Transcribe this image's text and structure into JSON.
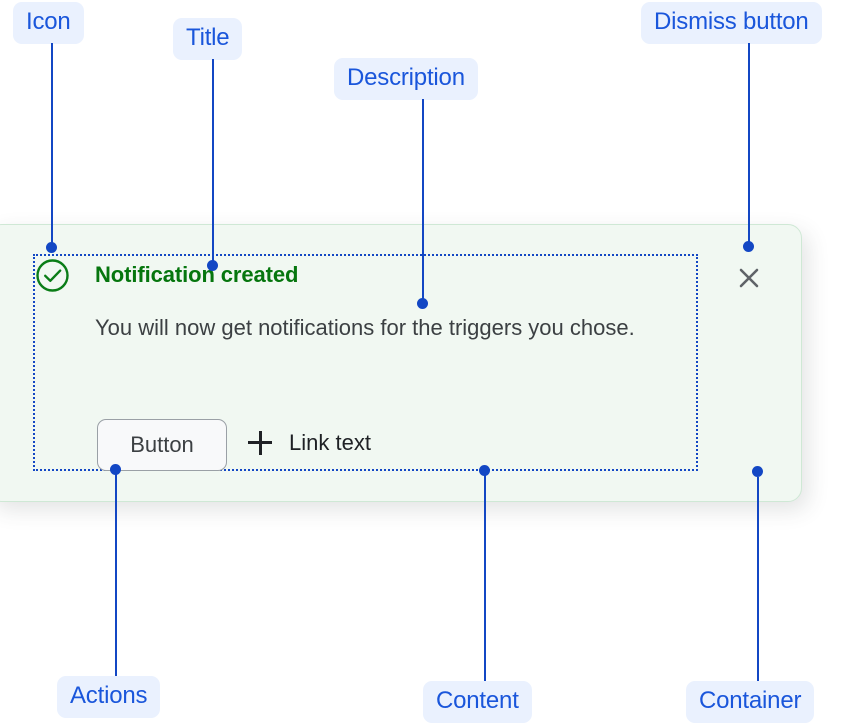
{
  "annotations": {
    "icon": {
      "label": "Icon"
    },
    "title": {
      "label": "Title"
    },
    "description": {
      "label": "Description"
    },
    "dismiss": {
      "label": "Dismiss button"
    },
    "actions": {
      "label": "Actions"
    },
    "content": {
      "label": "Content"
    },
    "container": {
      "label": "Container"
    }
  },
  "notification": {
    "status_icon": "check-circle-icon",
    "title": "Notification created",
    "description": "You will now get notifications for the triggers you chose.",
    "primary_button": "Button",
    "link_icon": "plus-icon",
    "link_text": "Link text",
    "dismiss_icon": "close-icon"
  },
  "colors": {
    "annotation_blue": "#1347c4",
    "annotation_badge_bg": "#eaf1fe",
    "annotation_text": "#1a56db",
    "card_bg": "#f1f8f2",
    "card_border": "#cfe8d5",
    "success_green": "#06760e",
    "body_text": "#3c4043",
    "button_bg": "#f8f9fa",
    "button_border": "#9aa0a6",
    "link_text": "#1f2125",
    "dismiss_icon": "#5f6368"
  }
}
